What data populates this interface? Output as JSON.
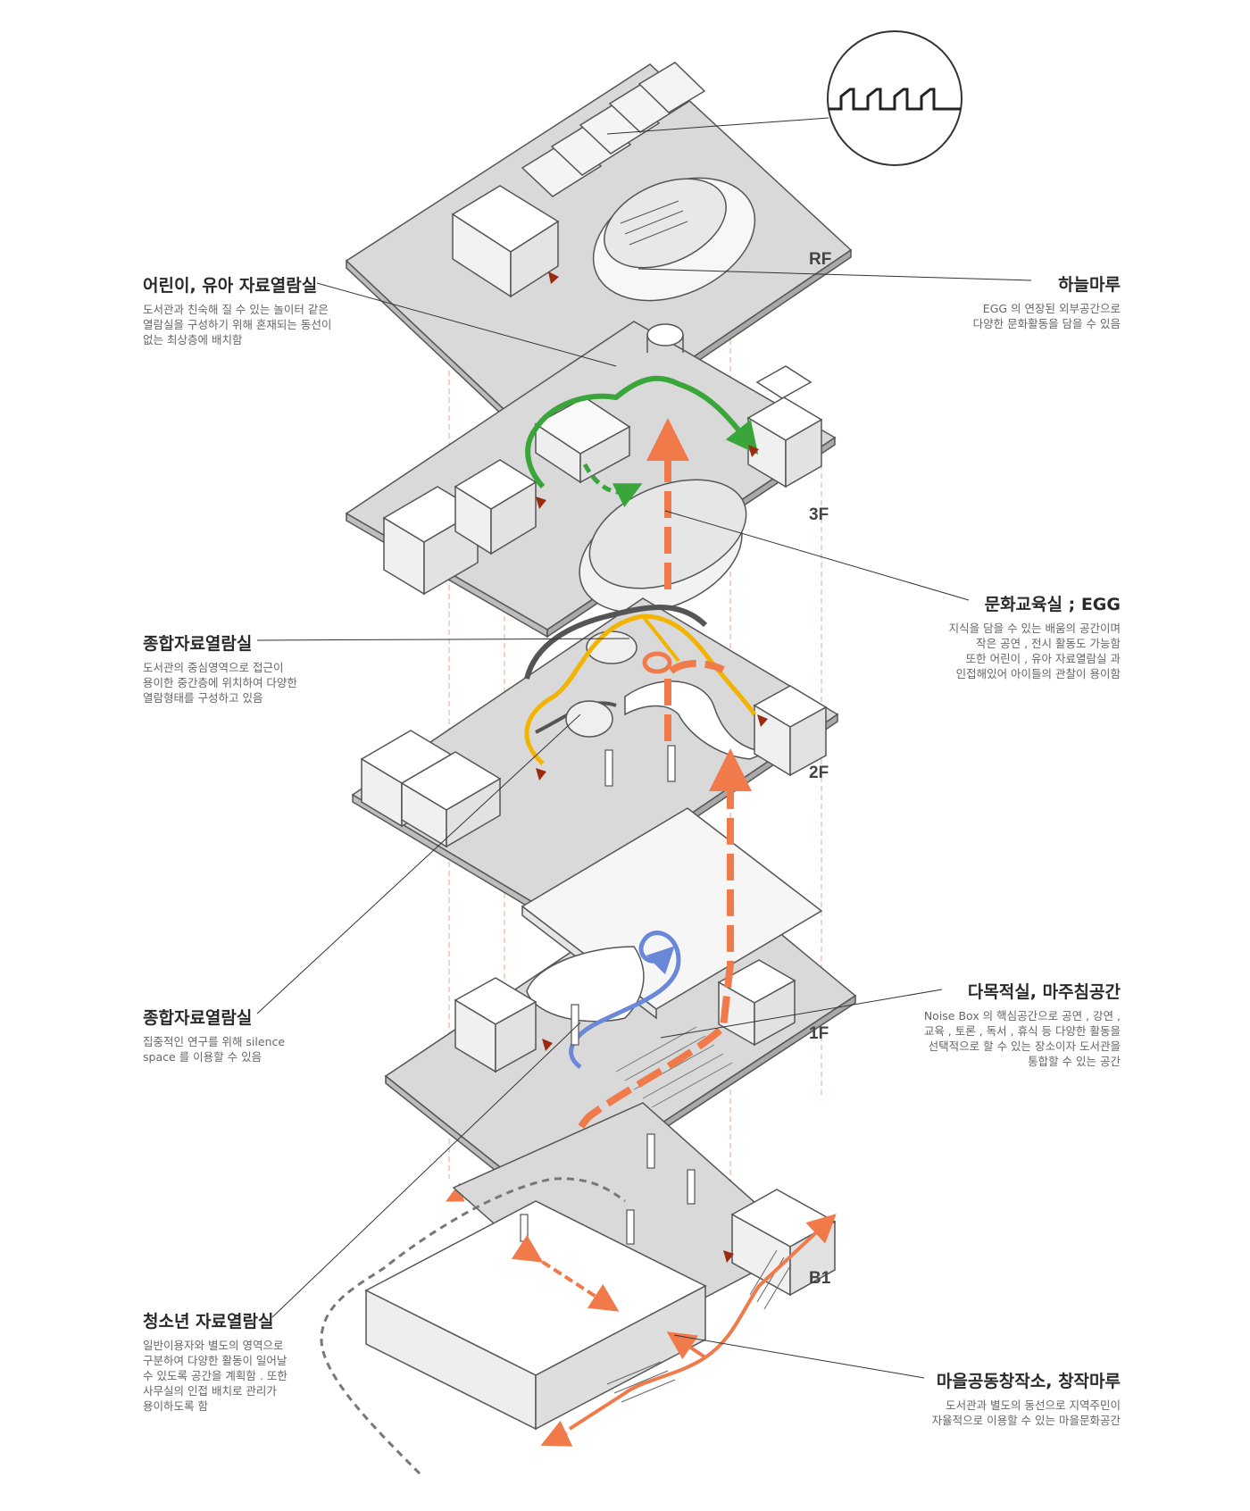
{
  "floors": [
    "RF",
    "3F",
    "2F",
    "1F",
    "B1"
  ],
  "annotations": {
    "children_room": {
      "title": "어린이, 유아 자료열람실",
      "lines": [
        "도서관과 친숙해 질 수 있는 놀이터 같은",
        "열람실을 구성하기 위해 혼재되는 동선이",
        "없는 최상층에 배치함"
      ]
    },
    "sky_maru": {
      "title": "하늘마루",
      "lines": [
        "EGG 의 연장된 외부공간으로",
        "다양한 문화활동을 담을 수 있음"
      ]
    },
    "egg": {
      "title": "문화교육실 ; EGG",
      "lines": [
        "지식을 담을 수 있는 배움의 공간이며",
        "작은 공연 , 전시 활동도 가능함",
        "또한 어린이 , 유아 자료열람실 과",
        "인접해있어 아이들의 관찰이 용이함"
      ]
    },
    "general_2f": {
      "title": "종합자료열람실",
      "lines": [
        "도서관의 중심영역으로 접근이",
        "용이한 중간층에 위치하여 다양한",
        "열람형태를 구성하고 있음"
      ]
    },
    "general_silence": {
      "title": "종합자료열람실",
      "lines": [
        "집중적인 연구를 위해 silence",
        "space 를 이용할 수 있음"
      ]
    },
    "multipurpose": {
      "title": "다목적실, 마주침공간",
      "lines": [
        "Noise Box 의 핵심공간으로 공연 , 강연 ,",
        "교육 , 토론 , 독서 , 휴식 등 다양한 활동을",
        "선택적으로 할 수 있는 장소이자 도서관을",
        "통합할 수 있는 공간"
      ]
    },
    "youth_room": {
      "title": "청소년 자료열람실",
      "lines": [
        "일반이용자와 별도의 영역으로",
        "구분하여 다양한 활동이 일어날",
        "수 있도록 공간을 계획함 . 또한",
        "사무실의 인접 배치로 관리가",
        "용이하도록 함"
      ]
    },
    "village": {
      "title": "마을공동창작소, 창작마루",
      "lines": [
        "도서관과 별도의 동선으로 지역주민이",
        "자율적으로 이용할 수 있는 마을문화공간"
      ]
    }
  },
  "colors": {
    "slab": "#d9d9d9",
    "slab_stroke": "#555555",
    "main_route": "#f07a4a",
    "children_route": "#3aa53a",
    "general_route": "#f2b400",
    "multi_route": "#6a88d8",
    "outdoor_route": "#777777",
    "marker": "#9a2a10",
    "guide": "#e9a58a"
  },
  "icons": [
    "skylight-detail-icon",
    "entrance-marker-icon"
  ]
}
